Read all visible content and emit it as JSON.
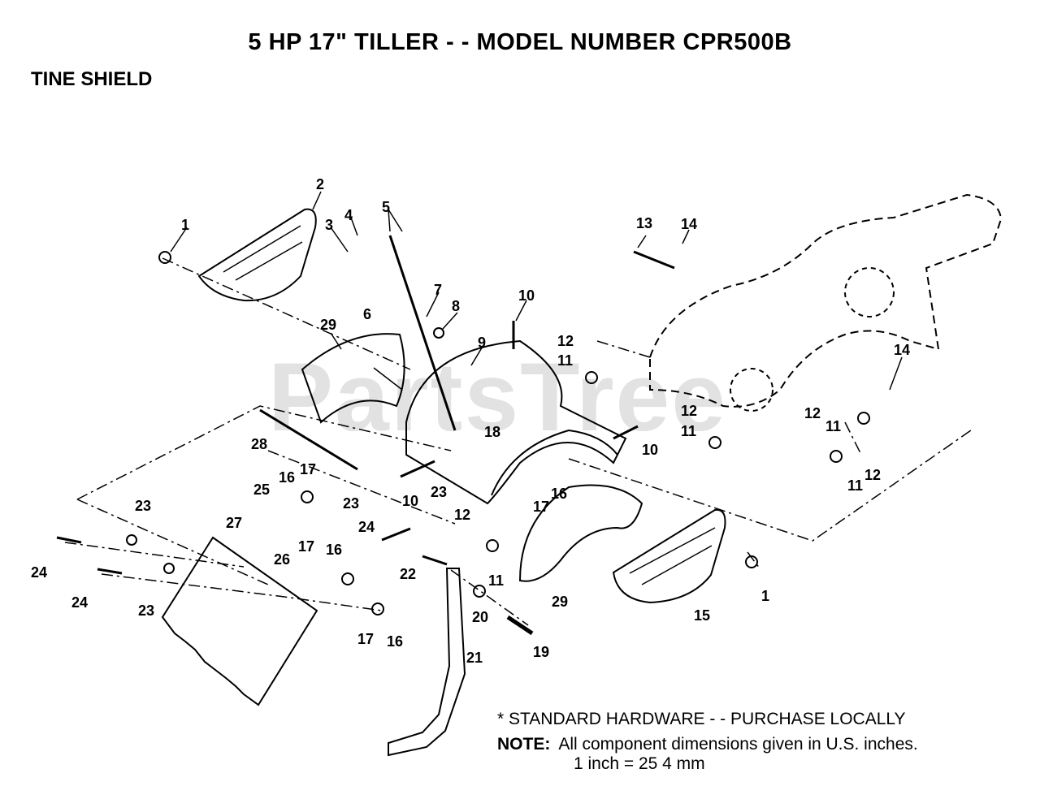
{
  "title": "5 HP 17\" TILLER - - MODEL NUMBER CPR500B",
  "subtitle": "TINE SHIELD",
  "watermark": "PartsTree",
  "notes": {
    "standard_hardware": "* STANDARD HARDWARE - - PURCHASE LOCALLY",
    "note_label": "NOTE:",
    "note_text": "All component dimensions given in U.S. inches.",
    "conversion": "1 inch = 25 4 mm"
  },
  "callouts": [
    {
      "id": "c1a",
      "text": "1"
    },
    {
      "id": "c2",
      "text": "2"
    },
    {
      "id": "c3",
      "text": "3"
    },
    {
      "id": "c4",
      "text": "4"
    },
    {
      "id": "c5",
      "text": "5"
    },
    {
      "id": "c6",
      "text": "6"
    },
    {
      "id": "c7",
      "text": "7"
    },
    {
      "id": "c8",
      "text": "8"
    },
    {
      "id": "c9",
      "text": "9"
    },
    {
      "id": "c10a",
      "text": "10"
    },
    {
      "id": "c10b",
      "text": "10"
    },
    {
      "id": "c10c",
      "text": "10"
    },
    {
      "id": "c11a",
      "text": "11"
    },
    {
      "id": "c11b",
      "text": "11"
    },
    {
      "id": "c11c",
      "text": "11"
    },
    {
      "id": "c11d",
      "text": "11"
    },
    {
      "id": "c11e",
      "text": "11"
    },
    {
      "id": "c12a",
      "text": "12"
    },
    {
      "id": "c12b",
      "text": "12"
    },
    {
      "id": "c12c",
      "text": "12"
    },
    {
      "id": "c12d",
      "text": "12"
    },
    {
      "id": "c12e",
      "text": "12"
    },
    {
      "id": "c13",
      "text": "13"
    },
    {
      "id": "c14a",
      "text": "14"
    },
    {
      "id": "c14b",
      "text": "14"
    },
    {
      "id": "c15",
      "text": "15"
    },
    {
      "id": "c16a",
      "text": "16"
    },
    {
      "id": "c16b",
      "text": "16"
    },
    {
      "id": "c16c",
      "text": "16"
    },
    {
      "id": "c16d",
      "text": "16"
    },
    {
      "id": "c17a",
      "text": "17"
    },
    {
      "id": "c17b",
      "text": "17"
    },
    {
      "id": "c17c",
      "text": "17"
    },
    {
      "id": "c17d",
      "text": "17"
    },
    {
      "id": "c18",
      "text": "18"
    },
    {
      "id": "c19",
      "text": "19"
    },
    {
      "id": "c20",
      "text": "20"
    },
    {
      "id": "c21",
      "text": "21"
    },
    {
      "id": "c22",
      "text": "22"
    },
    {
      "id": "c23a",
      "text": "23"
    },
    {
      "id": "c23b",
      "text": "23"
    },
    {
      "id": "c23c",
      "text": "23"
    },
    {
      "id": "c23d",
      "text": "23"
    },
    {
      "id": "c24a",
      "text": "24"
    },
    {
      "id": "c24b",
      "text": "24"
    },
    {
      "id": "c24c",
      "text": "24"
    },
    {
      "id": "c25",
      "text": "25"
    },
    {
      "id": "c26",
      "text": "26"
    },
    {
      "id": "c27",
      "text": "27"
    },
    {
      "id": "c28",
      "text": "28"
    },
    {
      "id": "c29a",
      "text": "29"
    },
    {
      "id": "c29b",
      "text": "29"
    },
    {
      "id": "c1b",
      "text": "1"
    }
  ]
}
